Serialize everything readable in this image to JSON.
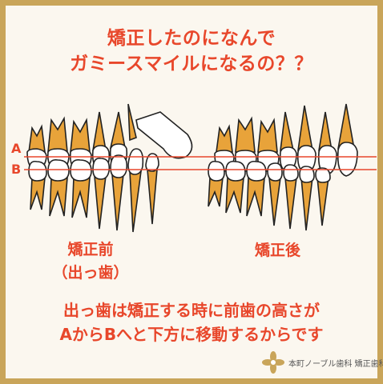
{
  "title": {
    "line1": "矯正したのになんで",
    "line2": "ガミースマイルになるの？？"
  },
  "labels": {
    "line_a": "A",
    "line_b": "B",
    "before": "矯正前",
    "before_sub": "（出っ歯）",
    "after": "矯正後"
  },
  "caption": {
    "line1": "出っ歯は矯正する時に前歯の高さが",
    "line2": "AからBへと下方に移動するからです"
  },
  "clinic_name": "本町ノーブル歯科 矯正歯科",
  "colors": {
    "accent": "#e8472b",
    "frame": "#c9a55a",
    "root": "#e8a33a",
    "line": "#e8472b"
  }
}
